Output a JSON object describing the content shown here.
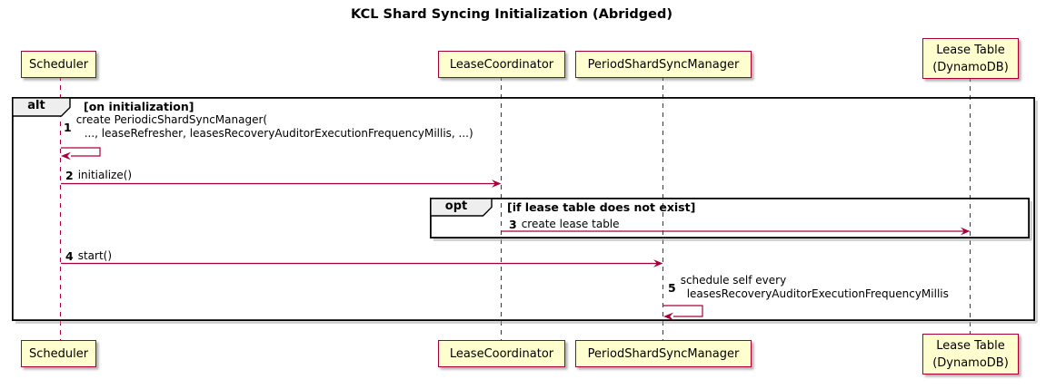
{
  "title": "KCL Shard Syncing Initialization (Abridged)",
  "participants": [
    {
      "id": "scheduler",
      "label": "Scheduler"
    },
    {
      "id": "lease-coordinator",
      "label": "LeaseCoordinator"
    },
    {
      "id": "period-shard-sync-manager",
      "label": "PeriodShardSyncManager"
    },
    {
      "id": "lease-table",
      "label": "Lease Table",
      "label2": "(DynamoDB)"
    }
  ],
  "frames": [
    {
      "keyword": "alt",
      "guard": "[on initialization]"
    },
    {
      "keyword": "opt",
      "guard": "[if lease table does not exist]"
    }
  ],
  "messages": [
    {
      "num": "1",
      "type": "self",
      "from": "scheduler",
      "to": "scheduler",
      "lines": [
        "create PeriodicShardSyncManager(",
        "..., leaseRefresher, leasesRecoveryAuditorExecutionFrequencyMillis, ...)"
      ]
    },
    {
      "num": "2",
      "type": "call",
      "from": "scheduler",
      "to": "lease-coordinator",
      "lines": [
        "initialize()"
      ]
    },
    {
      "num": "3",
      "type": "call",
      "from": "lease-coordinator",
      "to": "lease-table",
      "lines": [
        "create lease table"
      ]
    },
    {
      "num": "4",
      "type": "call",
      "from": "scheduler",
      "to": "period-shard-sync-manager",
      "lines": [
        "start()"
      ]
    },
    {
      "num": "5",
      "type": "self",
      "from": "period-shard-sync-manager",
      "to": "period-shard-sync-manager",
      "lines": [
        "schedule self every",
        "leasesRecoveryAuditorExecutionFrequencyMillis"
      ]
    }
  ],
  "colors": {
    "participant_fill": "#FEFECE",
    "line": "#A80036",
    "frame_border": "#000000",
    "frame_label_fill": "#EEEEEE",
    "text": "#000000",
    "background": "#FFFFFF"
  }
}
